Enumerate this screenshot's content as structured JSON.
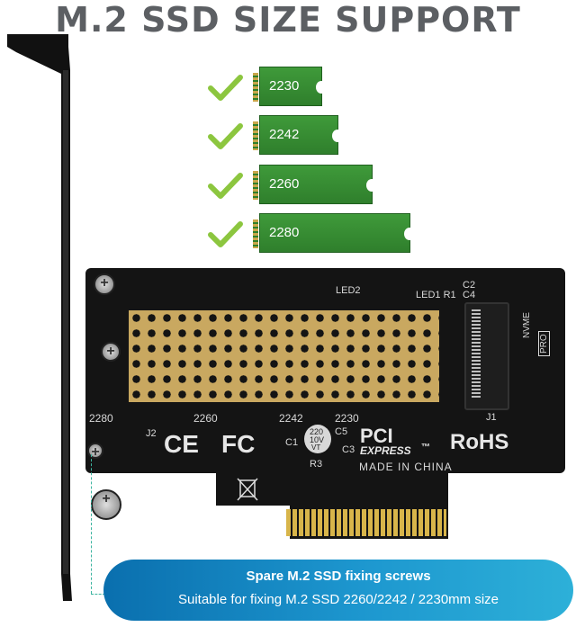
{
  "title": "M.2 SSD SIZE SUPPORT",
  "ssd_sizes": [
    {
      "label": "2230"
    },
    {
      "label": "2242"
    },
    {
      "label": "2260"
    },
    {
      "label": "2280"
    }
  ],
  "board": {
    "led_label": "LED2",
    "led_row": "LED1  R1",
    "c2": "C2",
    "c4": "C4",
    "slot_marks": [
      "2280",
      "2260",
      "2242",
      "2230"
    ],
    "j1": "J1",
    "j2": "J2",
    "c1": "C1",
    "cap_top": "220",
    "cap_mid": "10V",
    "cap_bot": "VT",
    "c5": "C5",
    "r3": "R3",
    "c3": "C3",
    "nvme": "NVME",
    "pro": "PRO",
    "ce": "CE",
    "fc": "FC",
    "pci": "PCI",
    "express": "EXPRESS",
    "tm": "™",
    "rohs": "RoHS",
    "made_in": "MADE IN CHINA"
  },
  "banner": {
    "line1": "Spare M.2 SSD fixing screws",
    "line2": "Suitable for fixing M.2 SSD 2260/2242 / 2230mm size"
  },
  "colors": {
    "title": "#5c5f63",
    "ssd_green": "#3f9a3a",
    "check_green": "#8cc63f",
    "pcb": "#141414",
    "gold": "#c9a860",
    "banner": "#1d97cf"
  }
}
